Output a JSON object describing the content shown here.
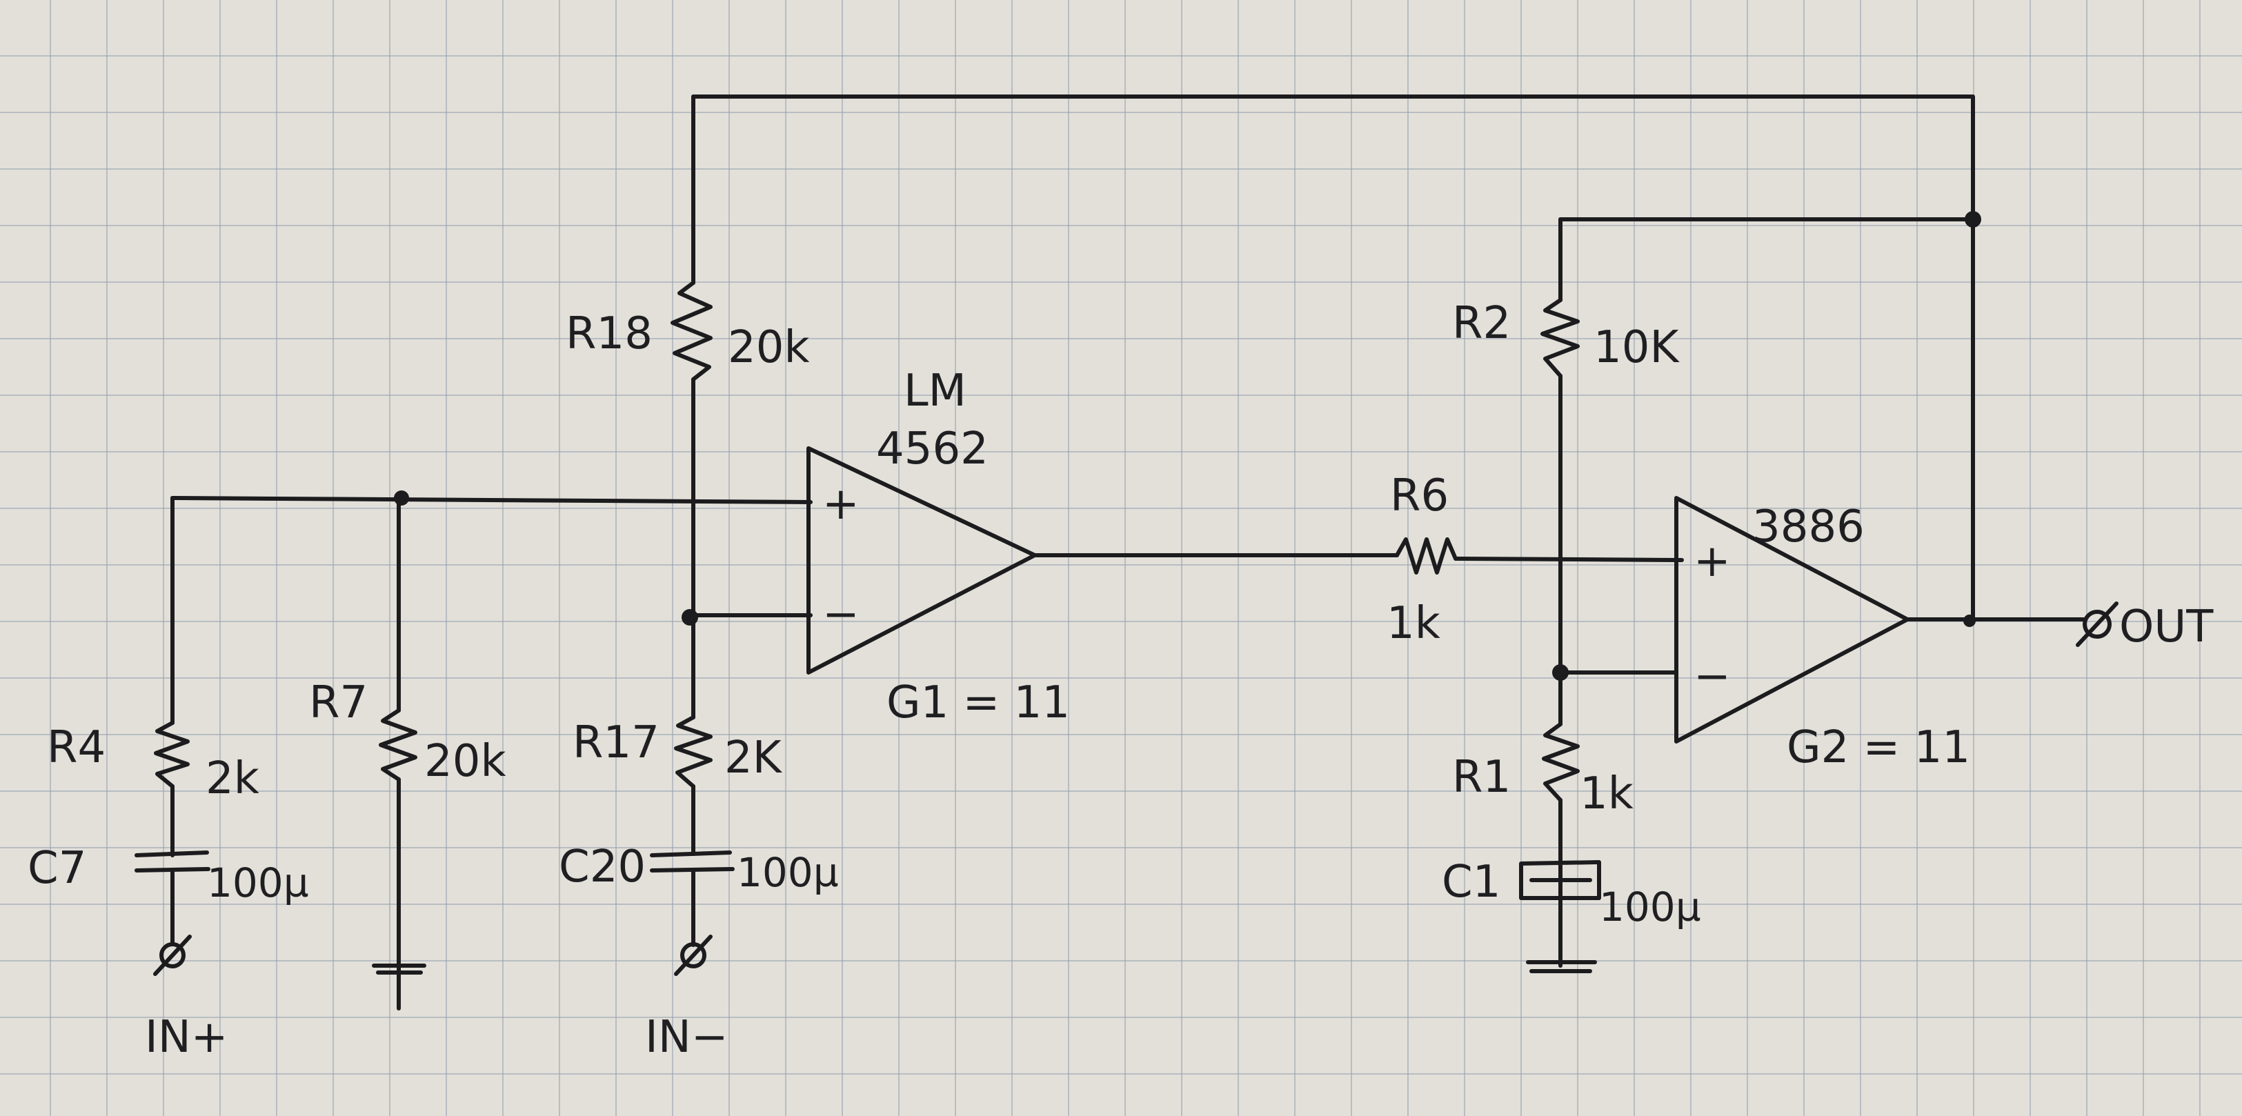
{
  "components": {
    "r18": {
      "ref": "R18",
      "value": "20k"
    },
    "r7": {
      "ref": "R7",
      "value": "20k"
    },
    "r4": {
      "ref": "R4",
      "value": "2k"
    },
    "r17": {
      "ref": "R17",
      "value": "2K"
    },
    "r2": {
      "ref": "R2",
      "value": "10K"
    },
    "r6": {
      "ref": "R6",
      "value": "1k"
    },
    "r1": {
      "ref": "R1",
      "value": "1k"
    },
    "c7": {
      "ref": "C7",
      "value": "100µ"
    },
    "c20": {
      "ref": "C20",
      "value": "100µ"
    },
    "c1": {
      "ref": "C1",
      "value": "100µ"
    }
  },
  "amplifiers": {
    "u1": {
      "part": [
        "LM",
        "4562"
      ],
      "plus": "+",
      "minus": "−",
      "gain": "G1 = 11"
    },
    "u2": {
      "part": "3886",
      "plus": "+",
      "minus": "−",
      "gain": "G2 = 11"
    }
  },
  "terminals": {
    "in_plus": "IN+",
    "in_minus": "IN−",
    "out": "OUT",
    "terminal_symbol": "∅"
  }
}
